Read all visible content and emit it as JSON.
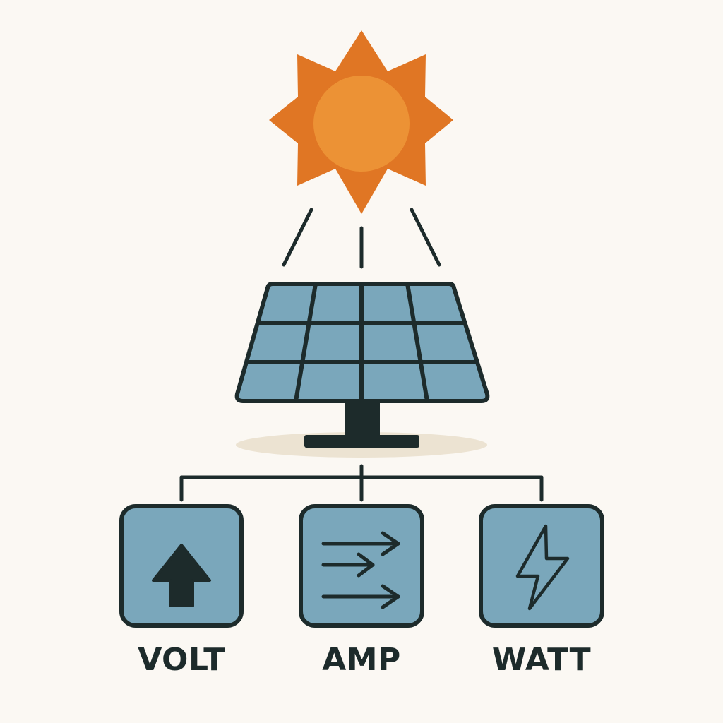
{
  "colors": {
    "background": "#fbf8f3",
    "sun_rays": "#e07624",
    "sun_core": "#ec9235",
    "panel_fill": "#7aa7bb",
    "outline": "#1d2b2b",
    "shadow": "#ece3d2"
  },
  "icons": {
    "sun": "sun-icon",
    "panel": "solar-panel-icon",
    "volt": "up-arrow-icon",
    "amp": "triple-arrow-icon",
    "watt": "lightning-bolt-icon"
  },
  "outputs": [
    {
      "label": "VOLT",
      "icon": "up-arrow-icon"
    },
    {
      "label": "AMP",
      "icon": "triple-arrow-icon"
    },
    {
      "label": "WATT",
      "icon": "lightning-bolt-icon"
    }
  ]
}
